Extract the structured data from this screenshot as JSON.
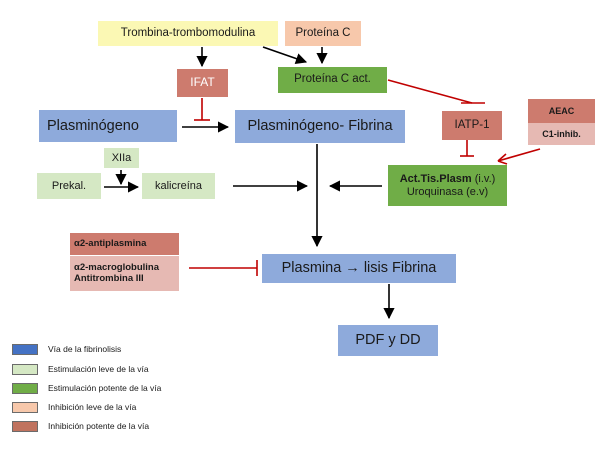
{
  "nodes": {
    "trombina": "Trombina-trombomodulina",
    "proteina_c": "Proteína C",
    "ifat": "IFAT",
    "proteina_c_act": "Proteína C act.",
    "iatp1": "IATP-1",
    "aeac": "AEAC",
    "c1_inhib": "C1-inhib.",
    "plasminogeno": "Plasminógeno",
    "plasminogeno_fibrina": "Plasminógeno- Fibrina",
    "xiia": "XIIa",
    "prekal": "Prekal.",
    "kalicreina": "kalicreína",
    "act_tis_plasm": "Act.Tis.Plasm",
    "act_tis_plasm_note": "(i.v.)",
    "uroquinasa": "Uroquinasa (e.v)",
    "a2_antiplasmina": "α2-antiplasmina",
    "a2_macroglobulina": "α2-macroglobulina",
    "antitrombina": "Antitrombina III",
    "plasmina": "Plasmina → lisis Fibrina",
    "pdf_dd": "PDF y DD"
  },
  "legend": [
    {
      "label": "Vía de la fibrinolisis",
      "color": "#4472c4"
    },
    {
      "label": "Estimulación leve de la vía",
      "color": "#d5e8c4"
    },
    {
      "label": "Estimulación potente de la vía",
      "color": "#70ad47"
    },
    {
      "label": "Inhibición leve de la vía",
      "color": "#f7c8ab"
    },
    {
      "label": "Inhibición potente de la vía",
      "color": "#c0735f"
    }
  ],
  "colors": {
    "arrow": "#000000",
    "inhibition": "#c00000"
  }
}
